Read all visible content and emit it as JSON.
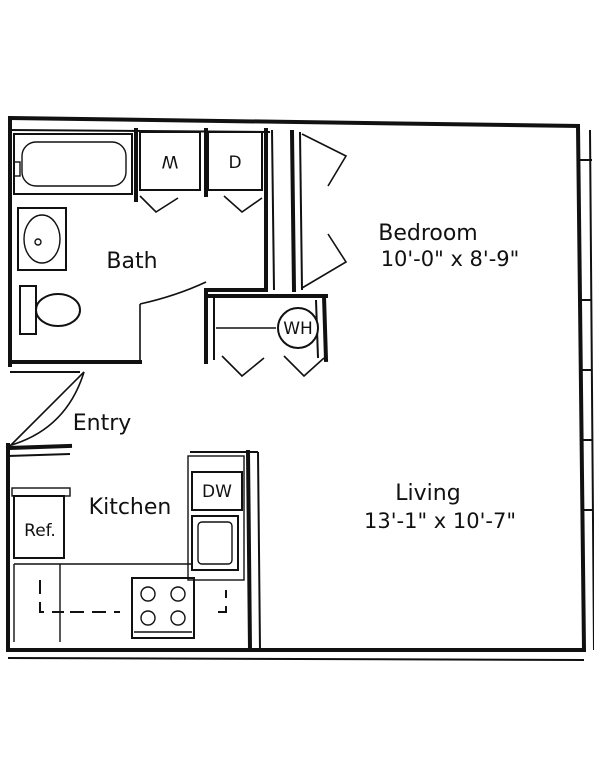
{
  "rooms": {
    "bedroom": {
      "name": "Bedroom",
      "dimensions": "10'-0\" x 8'-9\""
    },
    "living": {
      "name": "Living",
      "dimensions": "13'-1\" x 10'-7\""
    },
    "bath": {
      "name": "Bath"
    },
    "kitchen": {
      "name": "Kitchen"
    },
    "entry": {
      "name": "Entry"
    }
  },
  "fixtures": {
    "washer": "W",
    "dryer": "D",
    "water_heater": "WH",
    "dishwasher": "DW",
    "refrigerator": "Ref."
  }
}
